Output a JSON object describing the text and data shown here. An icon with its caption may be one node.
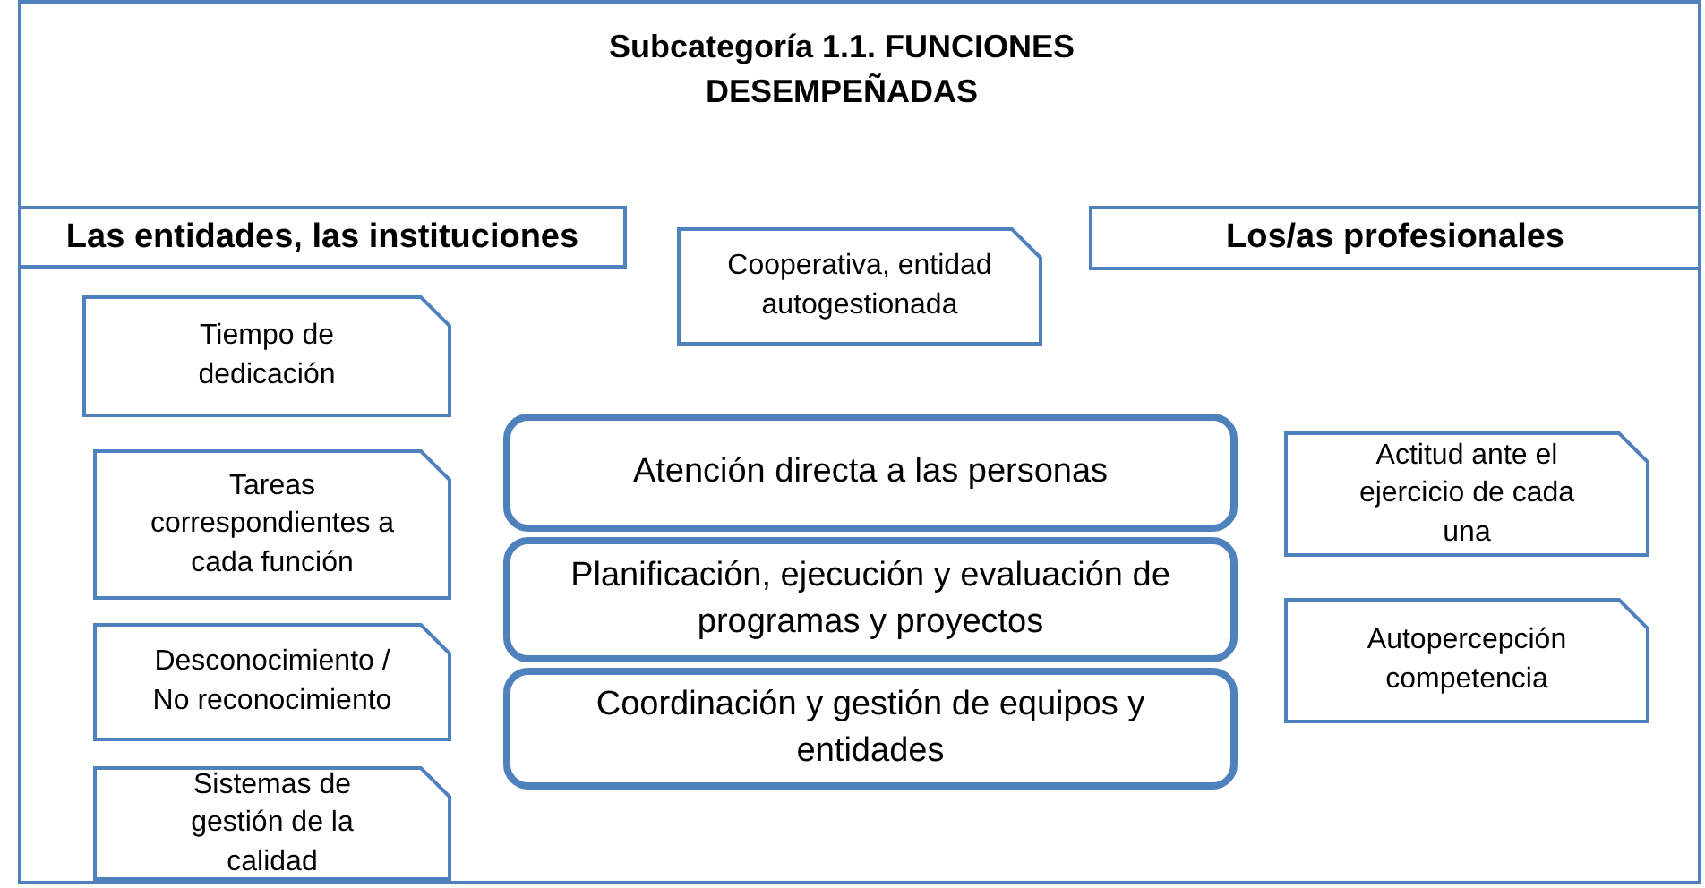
{
  "diagram": {
    "nodes": [
      {
        "text": [
          "Subcategoría 1.1. FUNCIONES DESEMPEÑADAS"
        ]
      },
      {
        "text": [
          "Las entidades, las instituciones"
        ],
        "in": 0
      },
      {
        "text": [
          "Cooperativa, entidad autogestionada"
        ],
        "in": 0
      },
      {
        "text": [
          "Los/as profesionales"
        ],
        "in": 0
      },
      {
        "text": [
          "Tiempo de dedicación"
        ],
        "in": 0
      },
      {
        "text": [
          "Atención directa a las personas"
        ],
        "in": 0
      },
      {
        "text": [
          "Actitud ante el ejercicio de cada una"
        ],
        "in": 0
      },
      {
        "text": [
          "Tareas correspondientes a cada función"
        ],
        "in": 0
      },
      {
        "text": [
          "Planificación, ejecución y evaluación de programas y proyectos"
        ],
        "in": 0
      },
      {
        "text": [
          "Autopercepción competencia"
        ],
        "in": 0
      },
      {
        "text": [
          "Desconocimiento / No reconocimiento"
        ],
        "in": 0
      },
      {
        "text": [
          "Coordinación y gestión de equipos y entidades"
        ],
        "in": 0
      },
      {
        "text": [
          "Sistemas de gestión de la calidad"
        ],
        "in": 0
      }
    ],
    "edges": []
  }
}
